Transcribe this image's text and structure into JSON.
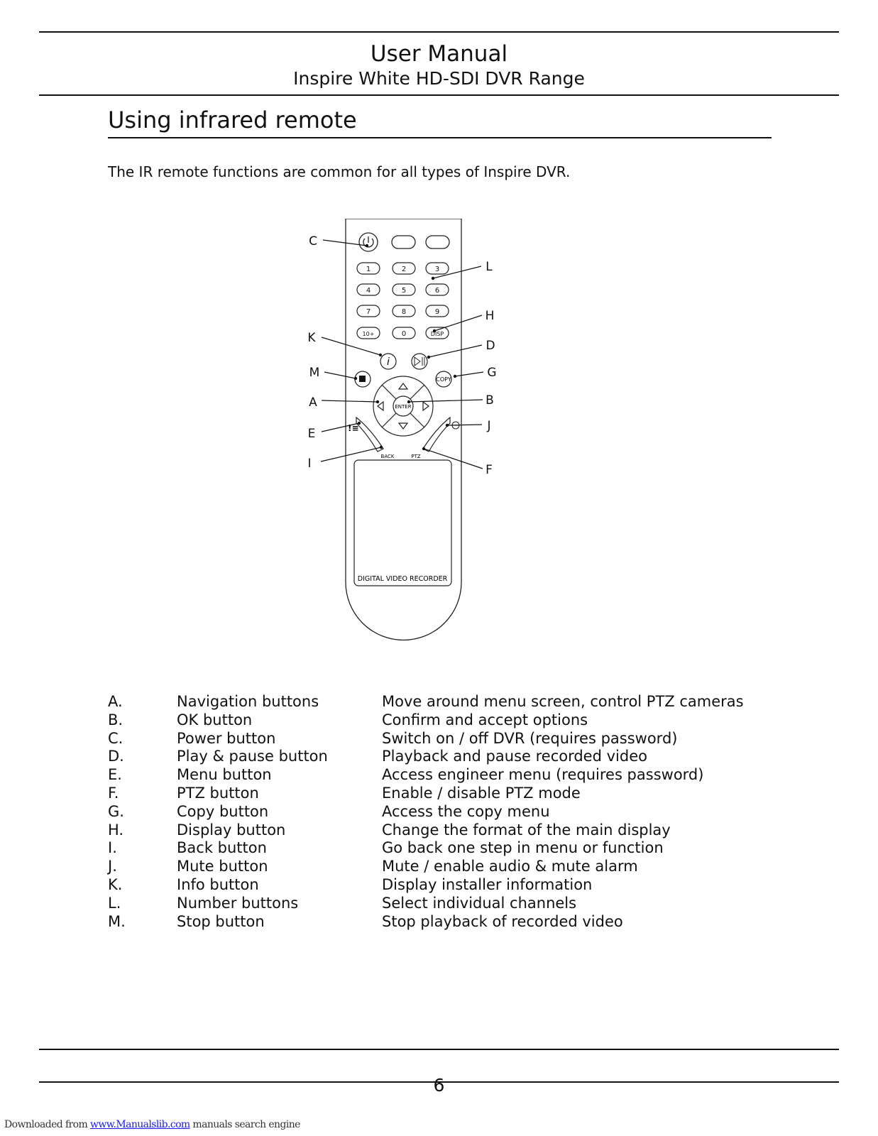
{
  "header": {
    "title": "User Manual",
    "subtitle": "Inspire White HD-SDI DVR Range"
  },
  "section": {
    "title": "Using infrared remote",
    "intro": "The IR remote functions are common for all types of Inspire DVR."
  },
  "remote": {
    "digit_keys": [
      "1",
      "2",
      "3",
      "4",
      "5",
      "6",
      "7",
      "8",
      "9",
      "10+",
      "0",
      "DISP"
    ],
    "enter_label": "ENTER",
    "copy_label": "COPY",
    "back_label": "BACK",
    "ptz_label": "PTZ",
    "panel_label": "DIGITAL VIDEO RECORDER",
    "callouts": [
      "A",
      "B",
      "C",
      "D",
      "E",
      "F",
      "G",
      "H",
      "I",
      "J",
      "K",
      "L",
      "M"
    ]
  },
  "legend": [
    {
      "letter": "A.",
      "name": "Navigation buttons",
      "desc": "Move around menu screen, control PTZ cameras"
    },
    {
      "letter": "B.",
      "name": "OK button",
      "desc": "Confirm and accept options"
    },
    {
      "letter": "C.",
      "name": "Power button",
      "desc": "Switch on / off DVR (requires password)"
    },
    {
      "letter": "D.",
      "name": "Play & pause button",
      "desc": "Playback and pause recorded video"
    },
    {
      "letter": "E.",
      "name": "Menu button",
      "desc": "Access engineer menu (requires password)"
    },
    {
      "letter": "F.",
      "name": "PTZ button",
      "desc": "Enable / disable PTZ mode"
    },
    {
      "letter": "G.",
      "name": "Copy button",
      "desc": "Access the copy menu"
    },
    {
      "letter": "H.",
      "name": "Display button",
      "desc": "Change the format of the main display"
    },
    {
      "letter": "I.",
      "name": "Back button",
      "desc": "Go back one step in menu or function"
    },
    {
      "letter": "J.",
      "name": "Mute button",
      "desc": "Mute / enable audio & mute alarm"
    },
    {
      "letter": "K.",
      "name": "Info button",
      "desc": "Display installer information"
    },
    {
      "letter": "L.",
      "name": "Number buttons",
      "desc": "Select individual channels"
    },
    {
      "letter": "M.",
      "name": "Stop button",
      "desc": "Stop playback of recorded video"
    }
  ],
  "page_number": "6",
  "footer": {
    "prefix": "Downloaded from ",
    "link": "www.Manualslib.com",
    "suffix": " manuals search engine"
  }
}
